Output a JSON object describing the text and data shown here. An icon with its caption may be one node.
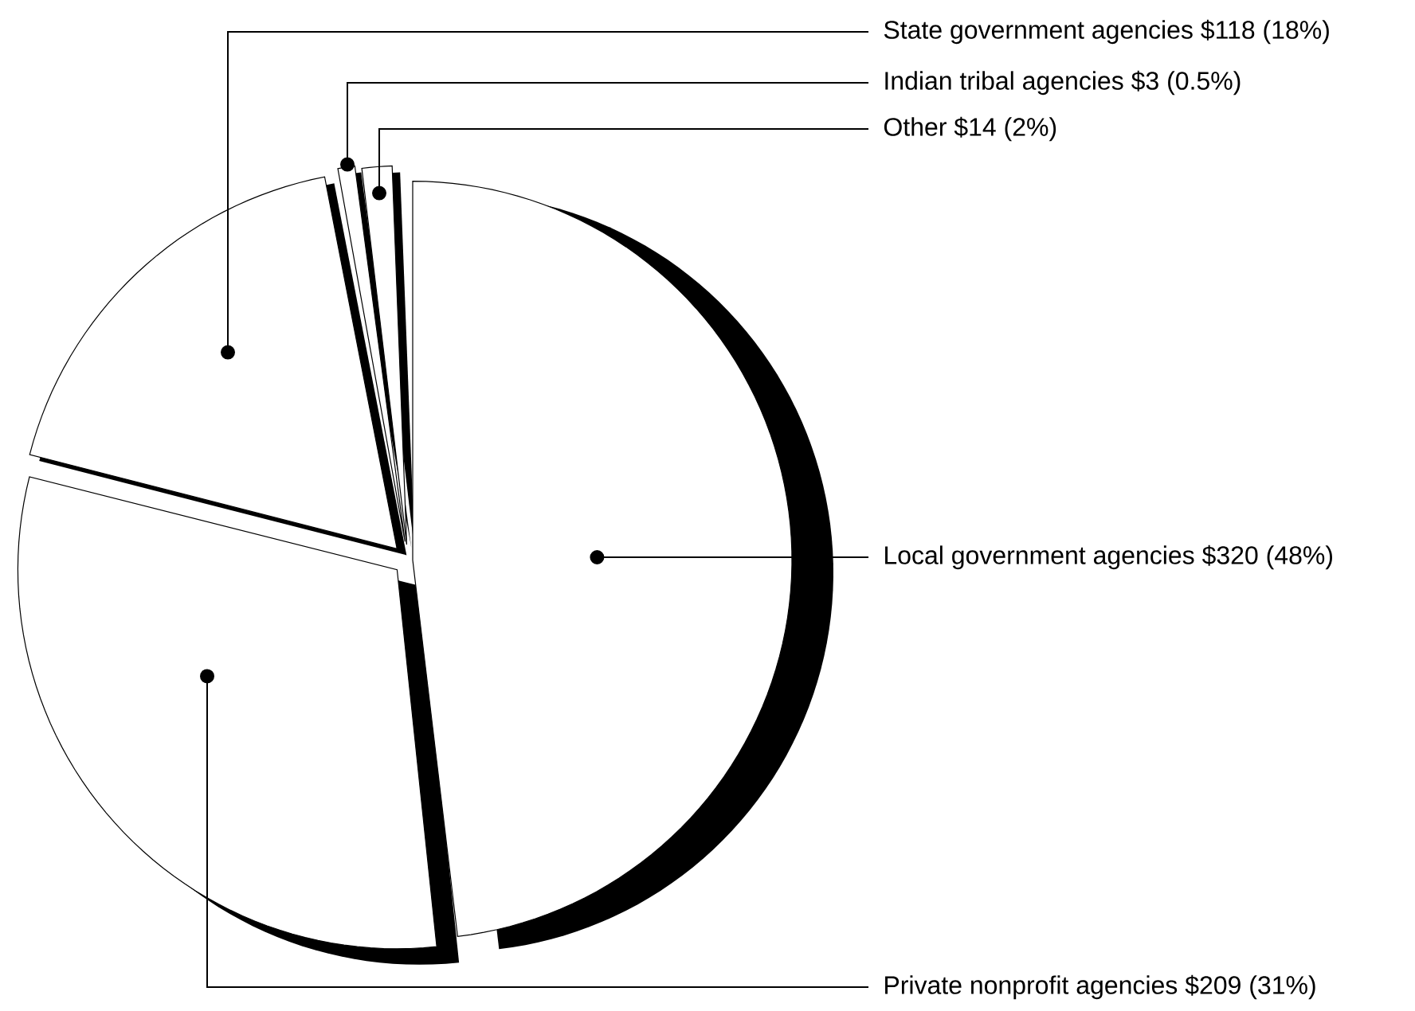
{
  "diagram": {
    "nodes": [
      {
        "text": [
          "State government agencies $118 (18%)"
        ]
      },
      {
        "text": [
          "Indian tribal agencies $3 (0.5%)"
        ]
      },
      {
        "text": [
          "Other $14 (2%)"
        ]
      },
      {
        "text": [
          "Local government agencies $320 (48%)"
        ]
      },
      {
        "text": [
          "Private nonprofit agencies $209 (31%)"
        ]
      },
      {
        "text": [],
        "shape": "wedge"
      },
      {
        "text": [],
        "shape": "wedge"
      },
      {
        "text": [],
        "shape": "wedge"
      },
      {
        "text": [],
        "shape": "wedge"
      },
      {
        "text": [],
        "shape": "wedge"
      }
    ],
    "edges": [
      {
        "from": 0,
        "to": 5,
        "arrow": "other"
      },
      {
        "from": 1,
        "to": 6,
        "arrow": "other"
      },
      {
        "from": 2,
        "to": 7,
        "arrow": "other"
      },
      {
        "from": 3,
        "to": 8,
        "arrow": "other"
      },
      {
        "from": 4,
        "to": 9,
        "arrow": "other"
      }
    ]
  }
}
